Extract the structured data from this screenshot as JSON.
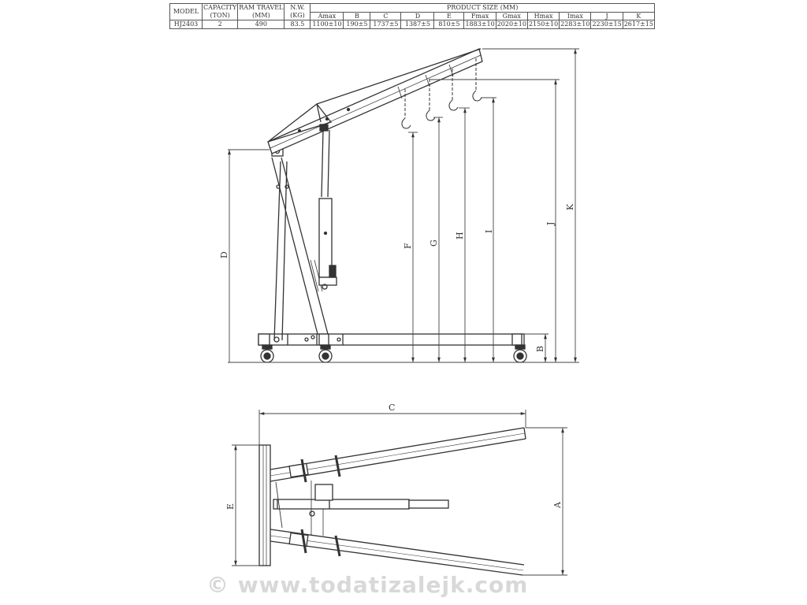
{
  "table": {
    "headers": {
      "model": "MODEL",
      "capacity": "CAPACITY",
      "capacity_unit": "(TON)",
      "ram_travel": "RAM TRAVEL",
      "ram_travel_unit": "(MM)",
      "nw": "N.W.",
      "nw_unit": "(KG)",
      "product_size": "PRODUCT SIZE (MM)",
      "size_columns": [
        "Amax",
        "B",
        "C",
        "D",
        "E",
        "Fmax",
        "Gmax",
        "Hmax",
        "Imax",
        "J",
        "K"
      ]
    },
    "row": {
      "model": "HJ2403",
      "capacity": "2",
      "ram_travel": "490",
      "nw": "83.5",
      "sizes": [
        "1100±10",
        "190±5",
        "1737±5",
        "1387±5",
        "810±5",
        "1883±10",
        "2020±10",
        "2150±10",
        "2283±10",
        "2230±15",
        "2617±15"
      ]
    }
  },
  "side_view": {
    "dimension_labels": {
      "D": "D",
      "F": "F",
      "G": "G",
      "H": "H",
      "I": "I",
      "J": "J",
      "K": "K",
      "B": "B"
    }
  },
  "top_view": {
    "dimension_labels": {
      "C": "C",
      "E": "E",
      "A": "A"
    }
  },
  "watermark": "© www.todatizalejk.com",
  "colors": {
    "line": "#333333",
    "dim_line": "#444444",
    "watermark": "#d8d8d8"
  }
}
